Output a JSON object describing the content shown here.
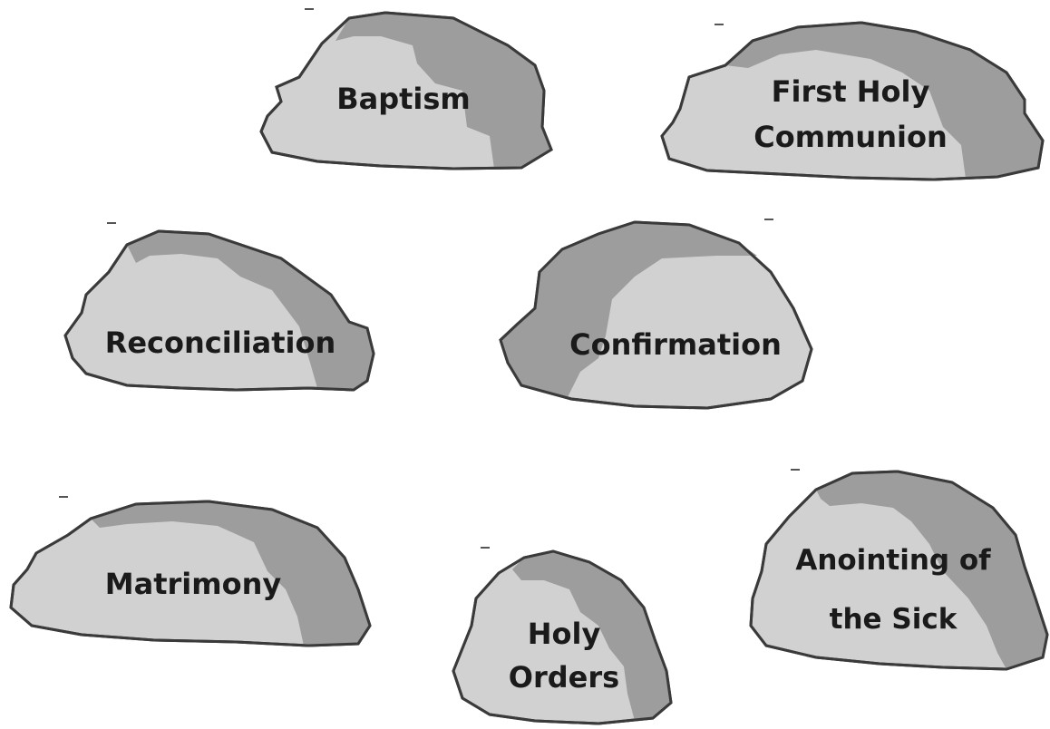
{
  "colors": {
    "light": "#d1d1d1",
    "dark": "#9d9d9d",
    "outline": "#3a3a3a",
    "text": "#1a1a1a",
    "background": "#ffffff"
  },
  "rocks": [
    {
      "id": "baptism",
      "lines": [
        "Baptism"
      ]
    },
    {
      "id": "first-holy-communion",
      "lines": [
        "First Holy",
        "Communion"
      ]
    },
    {
      "id": "reconciliation",
      "lines": [
        "Reconciliation"
      ]
    },
    {
      "id": "confirmation",
      "lines": [
        "Confirmation"
      ]
    },
    {
      "id": "matrimony",
      "lines": [
        "Matrimony"
      ]
    },
    {
      "id": "holy-orders",
      "lines": [
        "Holy",
        "Orders"
      ]
    },
    {
      "id": "anointing-of-the-sick",
      "lines": [
        "Anointing of",
        "the Sick"
      ]
    }
  ]
}
